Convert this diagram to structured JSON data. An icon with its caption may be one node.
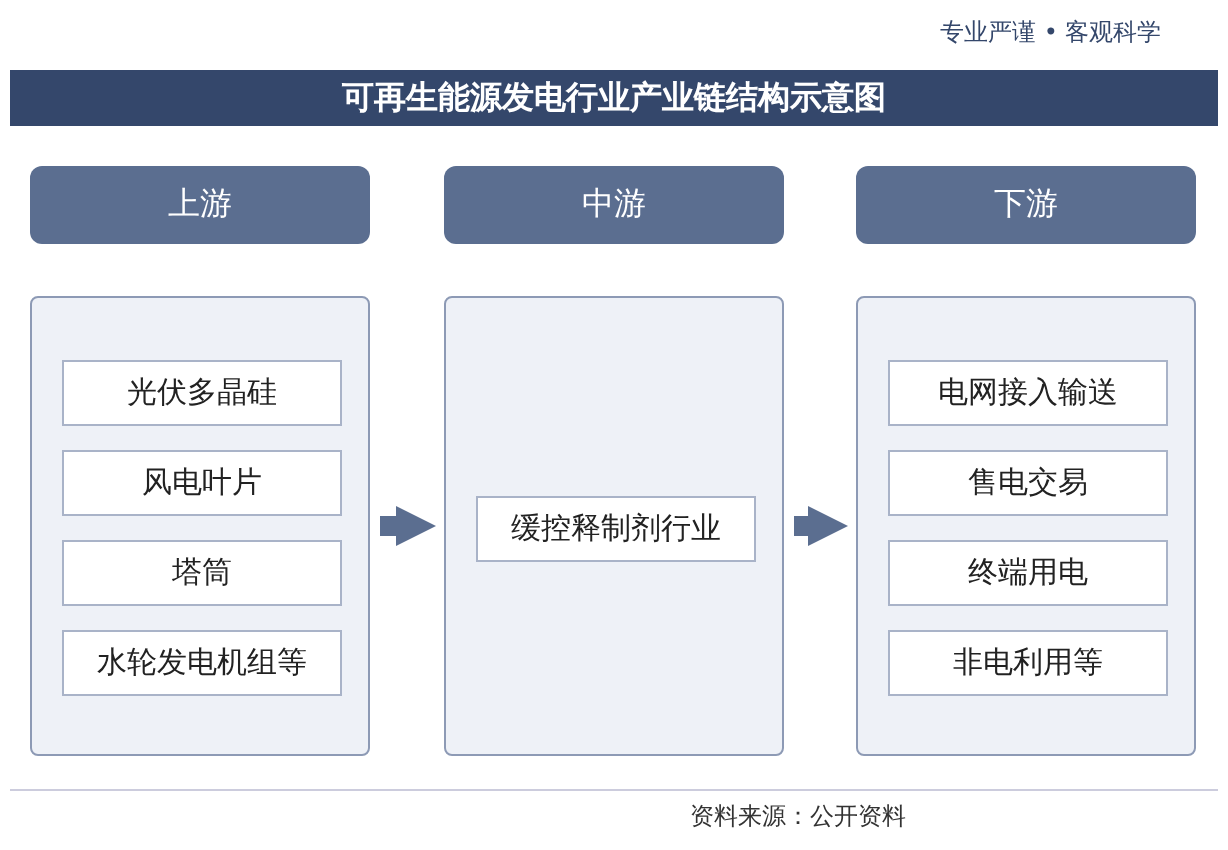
{
  "diagram": {
    "title": "可再生能源发电行业产业链结构示意图",
    "nodes": [
      {
        "text": [
          "上游"
        ]
      },
      {
        "text": [
          "中游"
        ]
      },
      {
        "text": [
          "下游"
        ]
      },
      {
        "text": [],
        "shape": "box"
      },
      {
        "text": [
          "光伏多晶硅"
        ],
        "in": 3
      },
      {
        "text": [
          "风电叶片"
        ],
        "in": 3
      },
      {
        "text": [
          "塔筒"
        ],
        "in": 3
      },
      {
        "text": [
          "水轮发电机组等"
        ],
        "in": 3
      },
      {
        "text": [],
        "shape": "box"
      },
      {
        "text": [
          "缓控释制剂行业"
        ],
        "in": 8
      },
      {
        "text": [],
        "shape": "box"
      },
      {
        "text": [
          "电网接入输送"
        ],
        "in": 10
      },
      {
        "text": [
          "售电交易"
        ],
        "in": 10
      },
      {
        "text": [
          "终端用电"
        ],
        "in": 10
      },
      {
        "text": [
          "非电利用等"
        ],
        "in": 10
      }
    ],
    "edges": [
      {
        "from": 3,
        "to": 8,
        "arrow": "to"
      },
      {
        "from": 8,
        "to": 10,
        "arrow": "to"
      }
    ],
    "labels": [
      "专业严谨 • 客观科学",
      "资料来源：公开资料"
    ]
  }
}
